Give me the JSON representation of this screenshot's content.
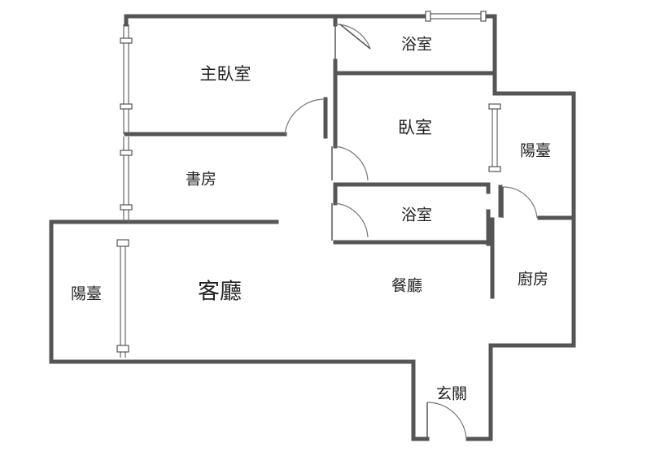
{
  "rooms": {
    "master_bedroom": "主臥室",
    "bath_top": "浴室",
    "bedroom": "臥室",
    "study": "書房",
    "balcony_right": "陽臺",
    "bath_middle": "浴室",
    "balcony_left": "陽臺",
    "living_room": "客廳",
    "dining_room": "餐廳",
    "kitchen": "廚房",
    "entrance": "玄關"
  }
}
